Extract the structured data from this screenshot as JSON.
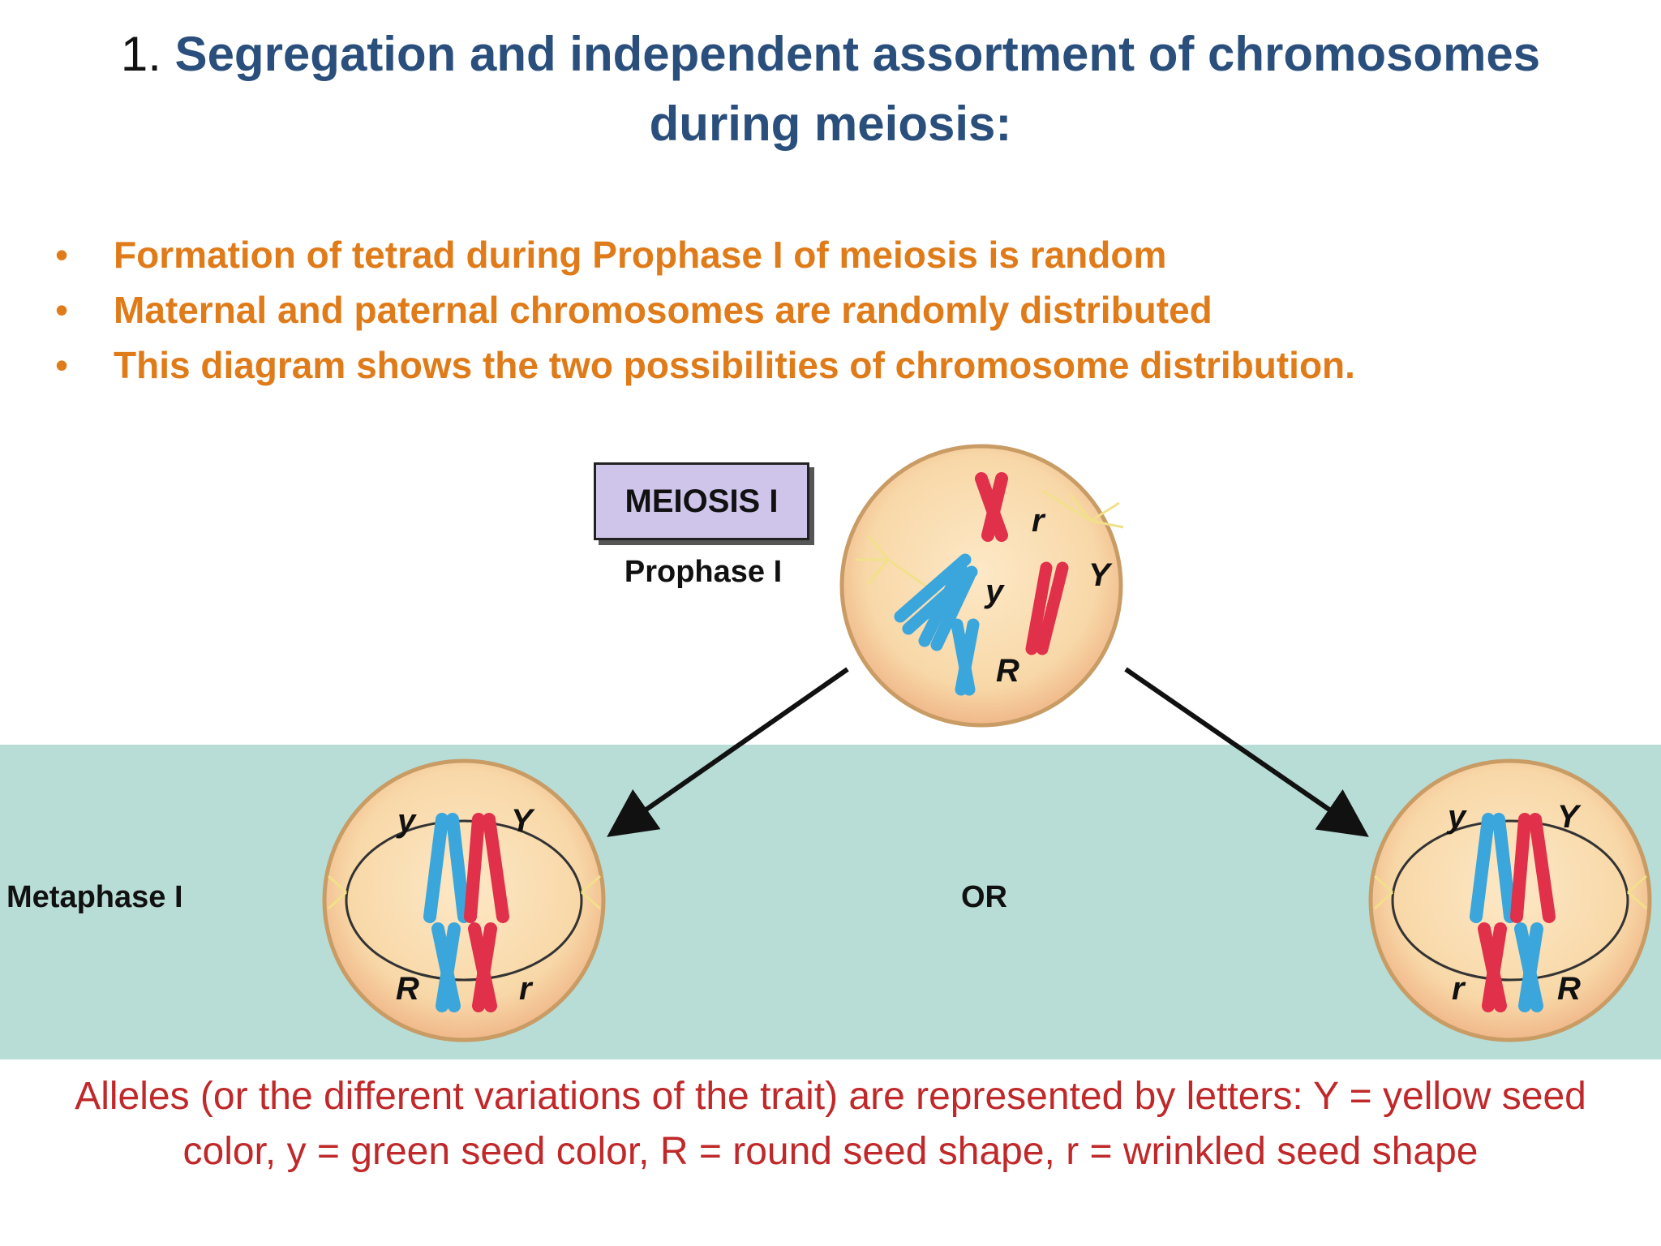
{
  "title": {
    "number": "1.",
    "text": "Segregation and independent assortment of chromosomes during meiosis:"
  },
  "bullets": [
    "Formation of tetrad during Prophase I of meiosis is random",
    "Maternal and paternal chromosomes are randomly distributed",
    "This diagram shows the two possibilities of chromosome distribution."
  ],
  "bullet_symbol": "•",
  "diagram": {
    "stage_box": "MEIOSIS I",
    "prophase_label": "Prophase I",
    "metaphase_label": "Metaphase I",
    "or_label": "OR",
    "prophase_alleles": {
      "r": "r",
      "y": "y",
      "Y": "Y",
      "R": "R"
    },
    "metaphase_left_alleles": {
      "top_left": "y",
      "top_right": "Y",
      "bottom_left": "R",
      "bottom_right": "r"
    },
    "metaphase_right_alleles": {
      "top_left": "y",
      "top_right": "Y",
      "bottom_left": "r",
      "bottom_right": "R"
    },
    "colors": {
      "maternal": "#3aa6dc",
      "paternal": "#e0304a",
      "cell_fill": "#f8d8a8",
      "cell_edge": "#c89c64",
      "band": "#b8dcd6"
    }
  },
  "footer": "Alleles (or the different variations of the trait) are represented by letters:  Y = yellow seed color, y = green seed color, R = round seed shape, r = wrinkled seed shape"
}
